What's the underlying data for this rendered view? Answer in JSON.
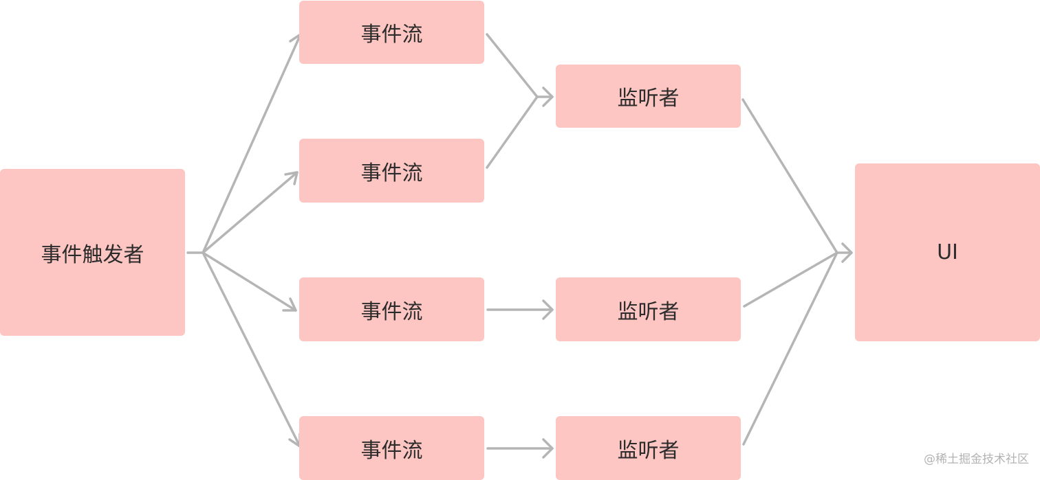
{
  "nodes": {
    "trigger": "事件触发者",
    "stream_1": "事件流",
    "stream_2": "事件流",
    "stream_3": "事件流",
    "stream_4": "事件流",
    "listener_1": "监听者",
    "listener_2": "监听者",
    "listener_3": "监听者",
    "ui": "UI"
  },
  "edges": [
    {
      "from": "trigger",
      "to": "stream_1"
    },
    {
      "from": "trigger",
      "to": "stream_2"
    },
    {
      "from": "trigger",
      "to": "stream_3"
    },
    {
      "from": "trigger",
      "to": "stream_4"
    },
    {
      "from": "stream_1",
      "to": "listener_1"
    },
    {
      "from": "stream_2",
      "to": "listener_1"
    },
    {
      "from": "stream_3",
      "to": "listener_2"
    },
    {
      "from": "stream_4",
      "to": "listener_3"
    },
    {
      "from": "listener_1",
      "to": "ui"
    },
    {
      "from": "listener_2",
      "to": "ui"
    },
    {
      "from": "listener_3",
      "to": "ui"
    }
  ],
  "colors": {
    "node_fill": "#fec6c2",
    "edge": "#b5b5b5",
    "text": "#2b2b2b"
  },
  "watermark": "@稀土掘金技术社区"
}
